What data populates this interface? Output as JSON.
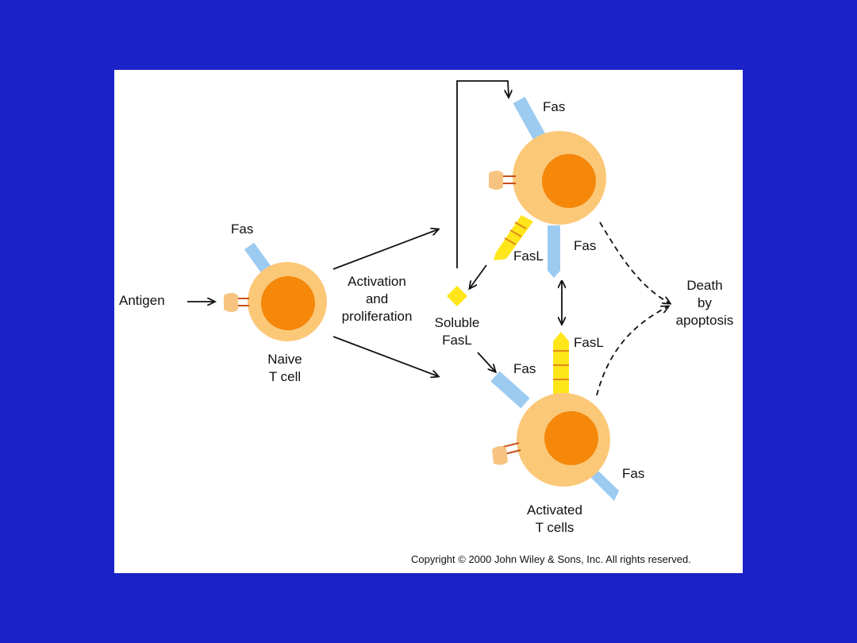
{
  "labels": {
    "antigen": "Antigen",
    "fas_naive": "Fas",
    "naive_cell": [
      "Naive",
      "T cell"
    ],
    "activation": [
      "Activation",
      "and",
      "proliferation"
    ],
    "fas_top": "Fas",
    "fasl_top": "FasL",
    "fas_mid": "Fas",
    "soluble_fasl": [
      "Soluble",
      "FasL"
    ],
    "fasl_bottom": "FasL",
    "fas_bottom_left": "Fas",
    "fas_bottom_right": "Fas",
    "activated_cells": [
      "Activated",
      "T cells"
    ],
    "death": [
      "Death",
      "by",
      "apoptosis"
    ]
  },
  "copyright": "Copyright © 2000 John Wiley & Sons, Inc.  All rights reserved.",
  "colors": {
    "background": "#1a22c8",
    "cell_outer": "#fbc878",
    "cell_nucleus": "#f5870a",
    "fas_receptor": "#9ccbf2",
    "fasl": "#ffe61a",
    "fasl_band": "#e08a1a",
    "tcr": "#f6c480",
    "tcr_line": "#c8501a"
  }
}
